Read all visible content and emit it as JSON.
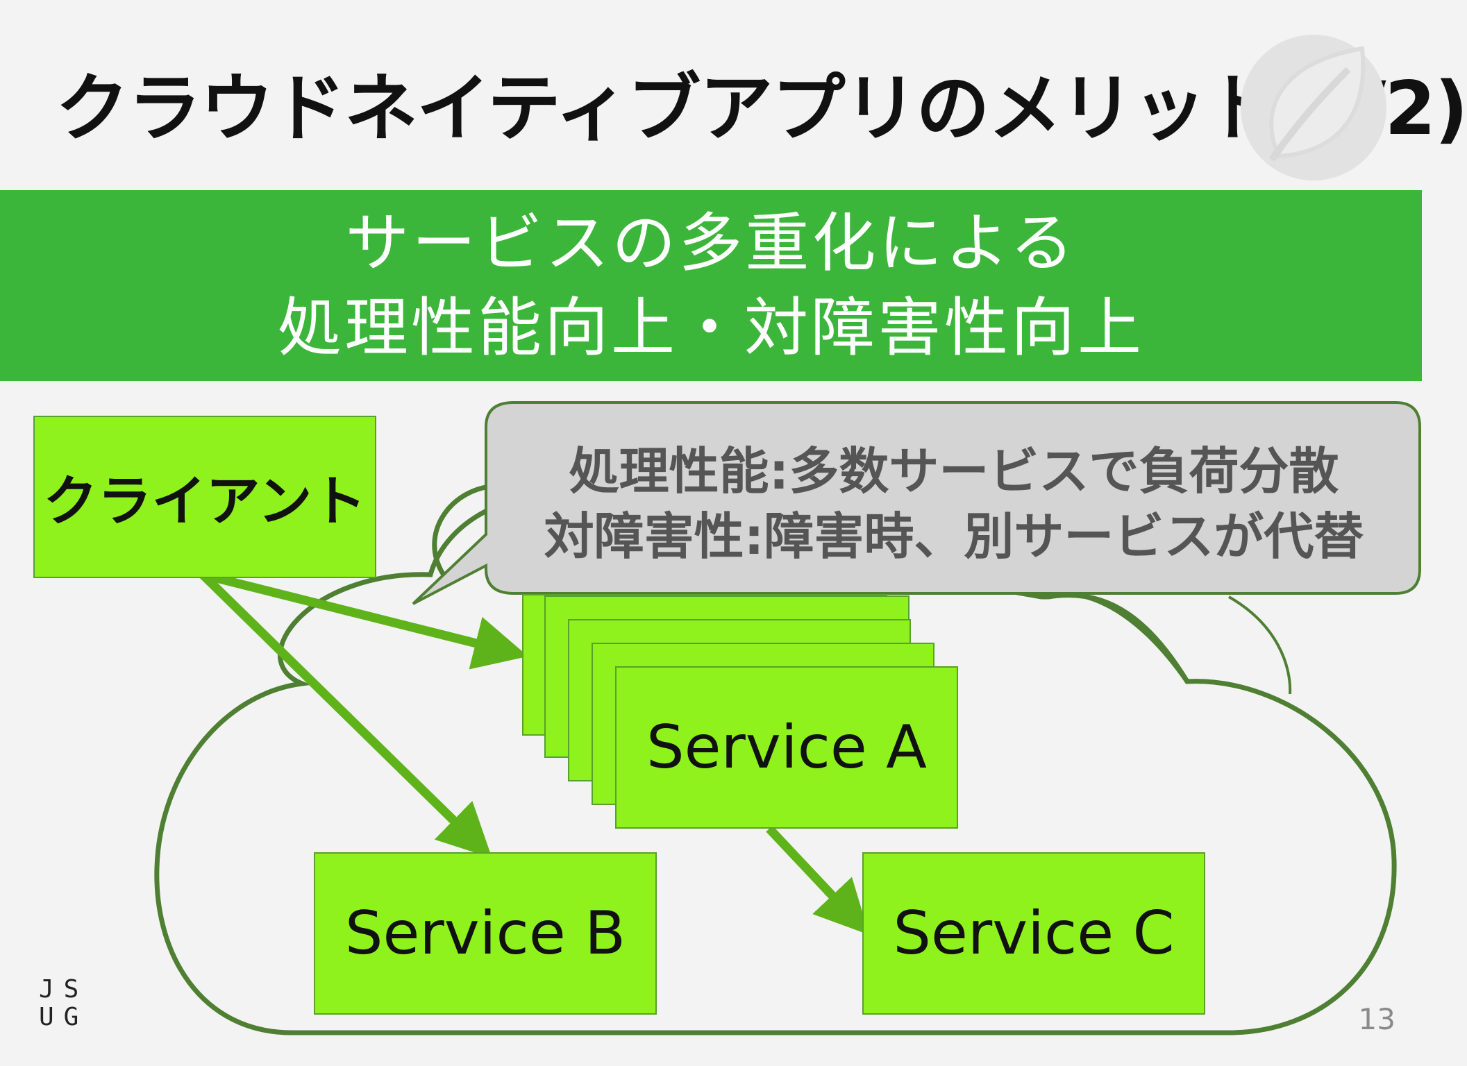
{
  "slide": {
    "title": "クラウドネイティブアプリのメリット(2/2)",
    "banner": {
      "line1": "サービスの多重化による",
      "line2": "処理性能向上・対障害性向上"
    },
    "callout": {
      "line1": "処理性能:多数サービスで負荷分散",
      "line2": "対障害性:障害時、別サービスが代替"
    },
    "client_label": "クライアント",
    "services": {
      "a": "Service A",
      "b": "Service B",
      "c": "Service C"
    },
    "logo": {
      "line1": "JS",
      "line2": "UG"
    },
    "page_number": "13"
  },
  "colors": {
    "banner": "#3cb63a",
    "box_fill": "#8ff21d",
    "box_border": "#56a22a",
    "arrow": "#5fb31a",
    "cloud_stroke": "#4e7f32",
    "callout_fill": "#d4d4d4"
  },
  "icons": [
    "leaf-icon",
    "cloud-shape",
    "arrow-icon"
  ]
}
